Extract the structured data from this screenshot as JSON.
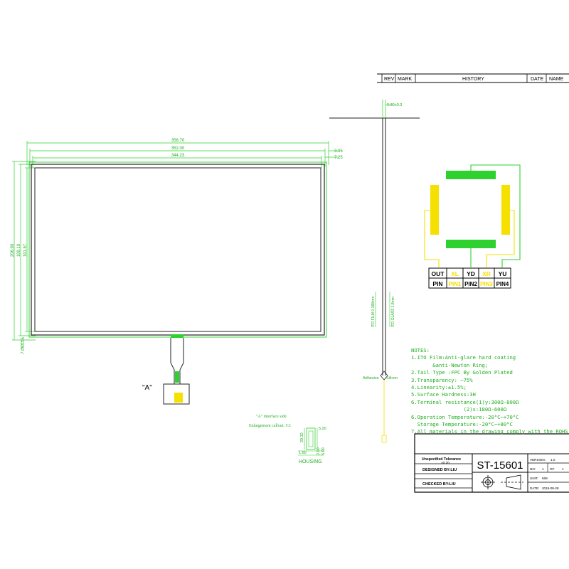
{
  "history_header": {
    "rev": "REV",
    "mark": "MARK",
    "history": "HISTORY",
    "date": "DATE",
    "name": "NAME"
  },
  "dimensions": {
    "top": [
      "358.70",
      "352.00",
      "344.23"
    ],
    "right_offsets": [
      "3.35",
      "7.25"
    ],
    "left": [
      "206.90",
      "199.10",
      "191.57"
    ],
    "bottom_left": [
      "4.05",
      "7.05"
    ],
    "thickness": "2.30±0.3",
    "itio_film": "ITO FILM 0.188mm",
    "itio_glass": "ITO GLASS 1.8mm",
    "adhesive": "Adhesive",
    "silicon": "Silicon"
  },
  "view_label": "\"A\"",
  "interface": {
    "title": "\"A\" interface side",
    "scale": "Enlargement callout: 5:1",
    "dims": [
      "5.20",
      "20.32",
      "1.60",
      "2.00",
      "5.00"
    ],
    "housing": "HOUSING"
  },
  "pin_table": {
    "out_label": "OUT",
    "pin_label": "PIN",
    "outs": [
      "XL",
      "YD",
      "XR",
      "YU"
    ],
    "pins": [
      "PIN1",
      "PIN2",
      "PIN3",
      "PIN4"
    ],
    "out_colors": [
      "#f5e000",
      "#000000",
      "#f5e000",
      "#000000"
    ]
  },
  "notes": {
    "title": "NOTES:",
    "lines": [
      "1.ITO Film:Anti-glare hard coating",
      "       &anti-Newton Ring;",
      "2.Tail Type :FPC By Golden Plated",
      "3.Transparency: ~75%",
      "4.Linearity:±1.5%;",
      "5.Surface Hardness:3H",
      "6.Terminal resistance(1)y:300Ω-800Ω",
      "                 (2)x:180Ω-600Ω",
      "6.Operation Temperature:-20°C~+70°C",
      "  Storage Temperature:-20°C~+80°C",
      "7.All materials in the drawing comply with the ROHS"
    ]
  },
  "title_block": {
    "tolerance_label": "Unspecified Tolerance",
    "tolerance_value": "±0.20",
    "designed_by": "DESIGNED BY:LIU",
    "checked_by": "CHECKED BY:LIU",
    "part_number": "ST-15601",
    "version_label": "VERSION:",
    "version_value": "1.0",
    "no_label": "NO:",
    "no_value": "1",
    "of_label": "OF",
    "of_value": "1",
    "unit_label": "UNIT:",
    "unit_value": "MM",
    "date_label": "DATE:",
    "date_value": "2015-08-28"
  },
  "colors": {
    "green": "#1fae1f",
    "bright_green": "#2ed12e",
    "yellow": "#f5e000",
    "black": "#111111"
  }
}
